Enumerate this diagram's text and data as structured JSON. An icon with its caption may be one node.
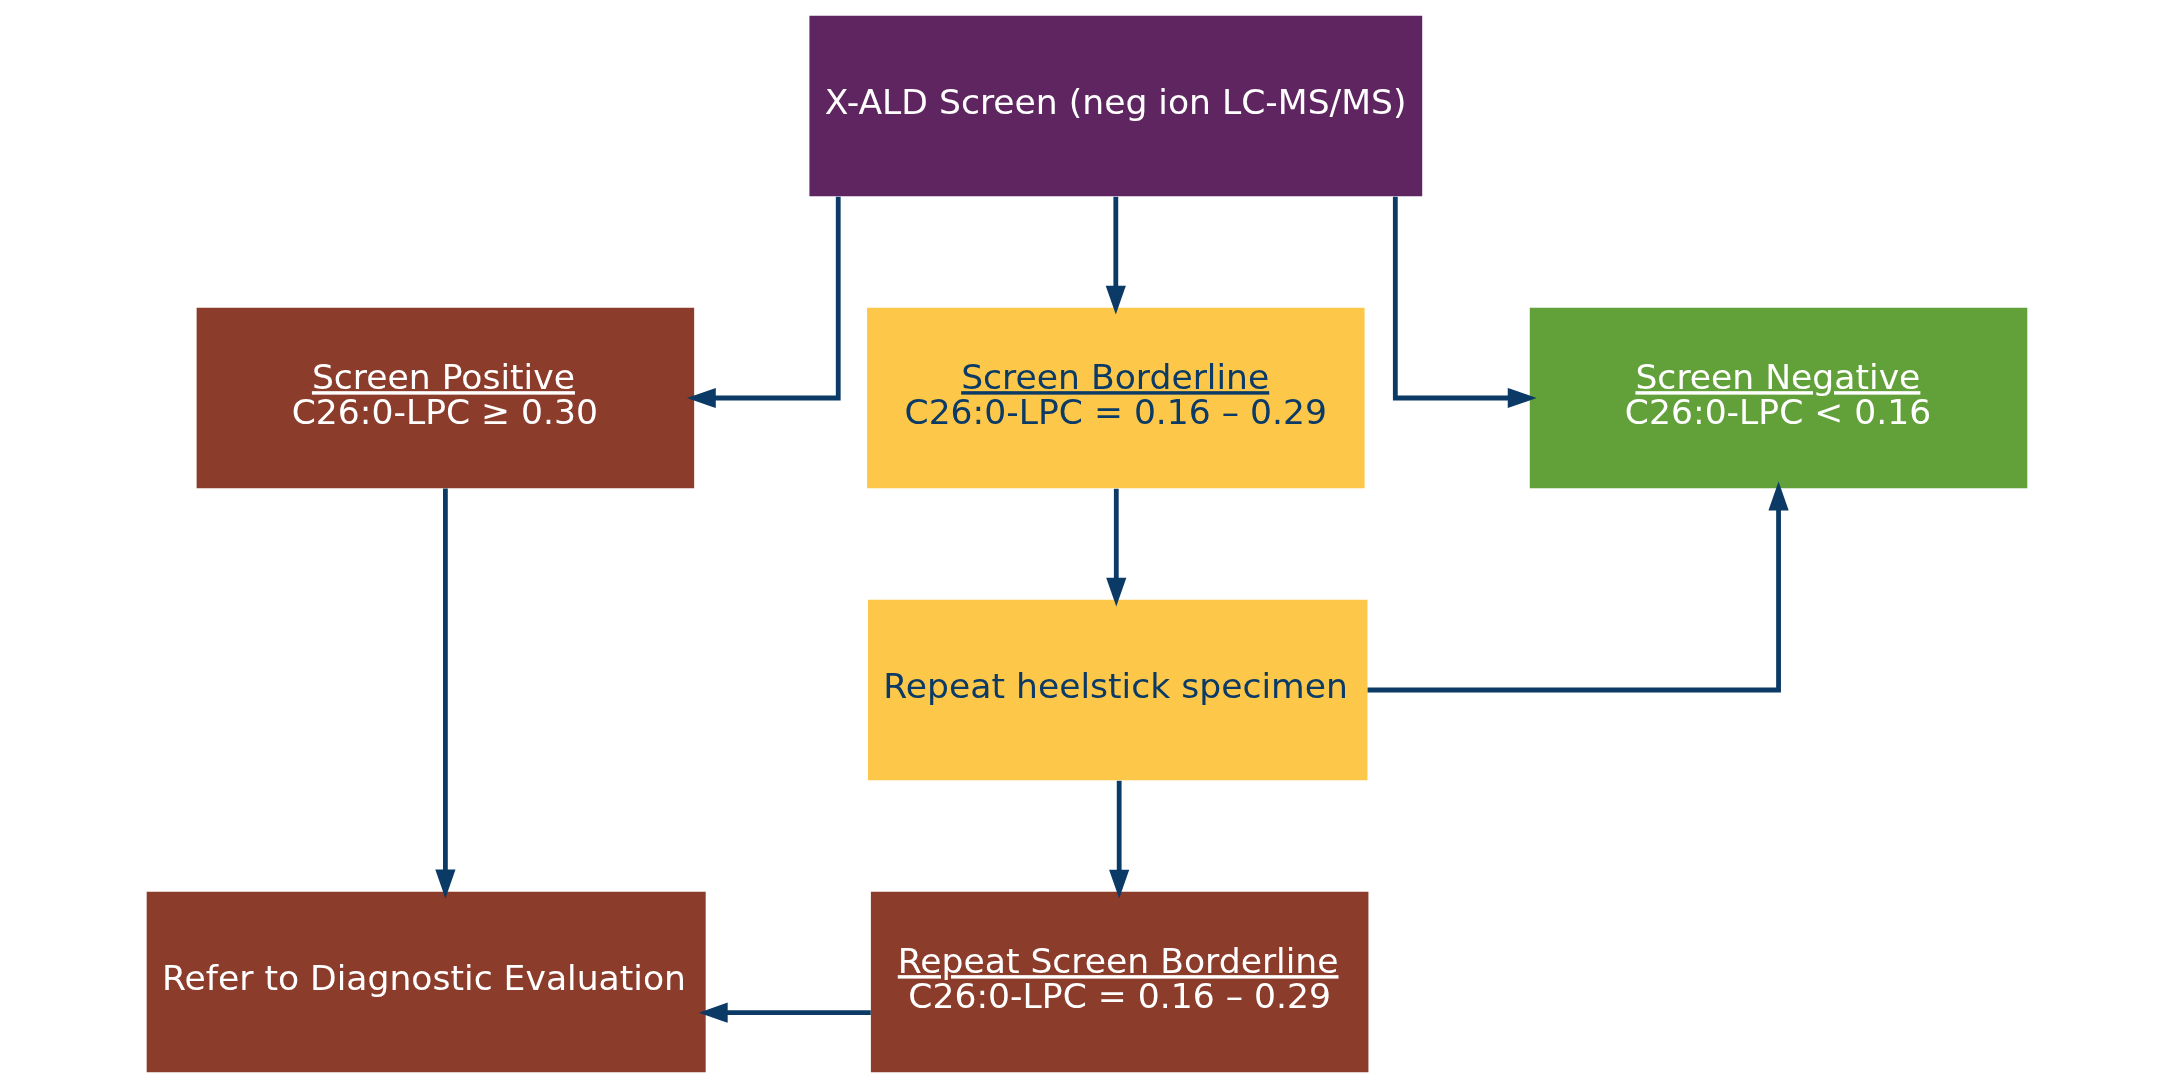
{
  "diagram": {
    "nodes": [
      {
        "text": [
          "X-ALD Screen (neg ion LC-MS/MS)"
        ]
      },
      {
        "text": [
          "Screen Positive",
          "C26:0-LPC ≥ 0.30"
        ]
      },
      {
        "text": [
          "Screen Borderline",
          "C26:0-LPC = 0.16 – 0.29"
        ]
      },
      {
        "text": [
          "Screen Negative",
          "C26:0-LPC < 0.16"
        ]
      },
      {
        "text": [
          "Repeat heelstick specimen"
        ]
      },
      {
        "text": [
          "Refer to Diagnostic Evaluation"
        ]
      },
      {
        "text": [
          "Repeat Screen Borderline",
          "C26:0-LPC = 0.16 – 0.29"
        ]
      }
    ],
    "edges": [
      {
        "from": 0,
        "to": 1,
        "arrow": "to"
      },
      {
        "from": 0,
        "to": 2,
        "arrow": "to"
      },
      {
        "from": 0,
        "to": 3,
        "arrow": "to"
      },
      {
        "from": 1,
        "to": 5,
        "arrow": "to"
      },
      {
        "from": 2,
        "to": 4,
        "arrow": "to"
      },
      {
        "from": 4,
        "to": 3,
        "arrow": "to"
      },
      {
        "from": 4,
        "to": 6,
        "arrow": "to"
      },
      {
        "from": 6,
        "to": 5,
        "arrow": "to"
      }
    ]
  }
}
